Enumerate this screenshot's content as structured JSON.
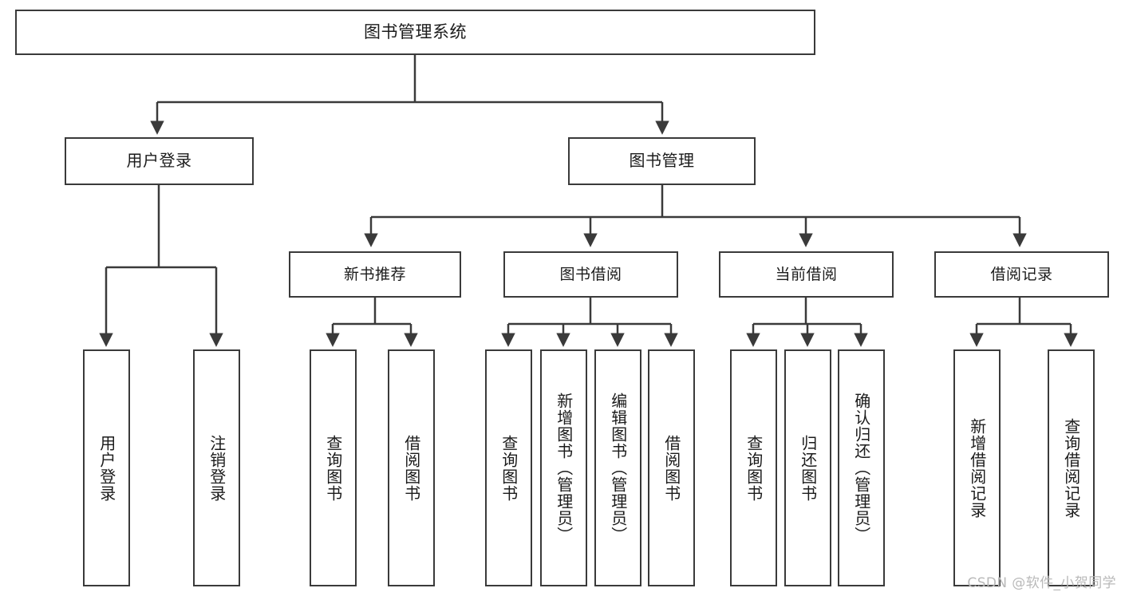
{
  "diagram": {
    "title_text": "图书管理系统",
    "type": "hierarchy-tree",
    "line_color": "#3a3a3a",
    "box_fill": "#ffffff",
    "text_color": "#1b1b1b"
  },
  "nodes": {
    "root": {
      "label": "图书管理系统"
    },
    "tier1": [
      {
        "label": "用户登录"
      },
      {
        "label": "图书管理"
      }
    ],
    "tier2": [
      {
        "label": "新书推荐"
      },
      {
        "label": "图书借阅"
      },
      {
        "label": "当前借阅"
      },
      {
        "label": "借阅记录"
      }
    ],
    "leaves": {
      "user_login": [
        {
          "label": "用户登录"
        },
        {
          "label": "注销登录"
        }
      ],
      "new_book": [
        {
          "label": "查询图书"
        },
        {
          "label": "借阅图书"
        }
      ],
      "book_borrow": [
        {
          "label": "查询图书"
        },
        {
          "label": "新增图书（管理员）"
        },
        {
          "label": "编辑图书（管理员）"
        },
        {
          "label": "借阅图书"
        }
      ],
      "current_borrow": [
        {
          "label": "查询图书"
        },
        {
          "label": "归还图书"
        },
        {
          "label": "确认归还（管理员）"
        }
      ],
      "borrow_record": [
        {
          "label": "新增借阅记录"
        },
        {
          "label": "查询借阅记录"
        }
      ]
    }
  },
  "watermark": {
    "text": "CSDN @软件_小贺同学"
  }
}
